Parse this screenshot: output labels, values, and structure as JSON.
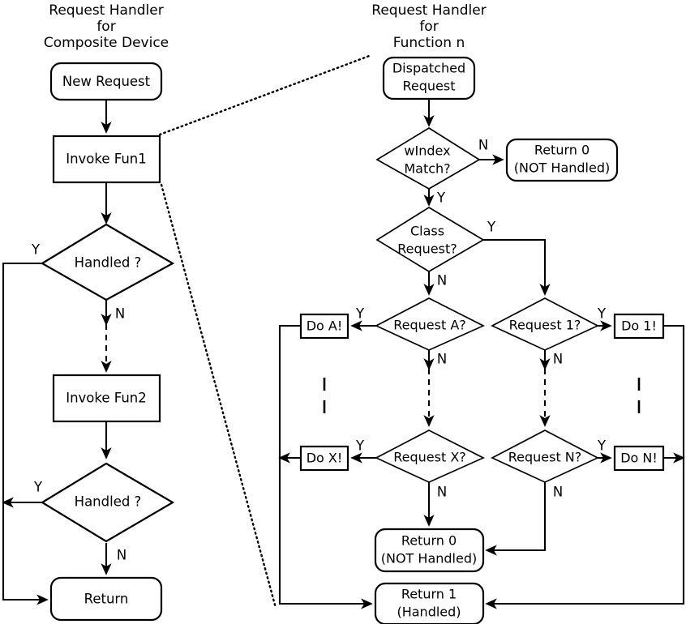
{
  "diagram": {
    "title_left_lines": [
      "Request Handler",
      "for",
      "Composite Device"
    ],
    "title_right_lines": [
      "Request Handler",
      "for",
      "Function n"
    ],
    "left_panel": {
      "nodes": {
        "new_request": "New Request",
        "invoke_fun1": "Invoke Fun1",
        "handled_1": "Handled ?",
        "invoke_fun2": "Invoke Fun2",
        "handled_2": "Handled ?",
        "return": "Return"
      },
      "branches": {
        "handled1_yes": "Y",
        "handled1_no": "N",
        "handled2_yes": "Y",
        "handled2_no": "N"
      }
    },
    "right_panel": {
      "nodes": {
        "dispatched_request_line1": "Dispatched",
        "dispatched_request_line2": "Request",
        "windex_match_line1": "wIndex",
        "windex_match_line2": "Match?",
        "return0_top_line1": "Return 0",
        "return0_top_line2": "(NOT Handled)",
        "class_request_line1": "Class",
        "class_request_line2": "Request?",
        "request_a": "Request A?",
        "request_1": "Request 1?",
        "request_x": "Request X?",
        "request_n": "Request N?",
        "do_a": "Do A!",
        "do_1": "Do 1!",
        "do_x": "Do X!",
        "do_n": "Do N!",
        "return0_bottom_line1": "Return 0",
        "return0_bottom_line2": "(NOT Handled)",
        "return1_line1": "Return 1",
        "return1_line2": "(Handled)"
      },
      "branches": {
        "windex_no": "N",
        "windex_yes": "Y",
        "class_yes": "Y",
        "class_no": "N",
        "request_a_yes": "Y",
        "request_a_no": "N",
        "request_1_yes": "Y",
        "request_1_no": "N",
        "request_x_yes": "Y",
        "request_x_no": "N",
        "request_n_yes": "Y",
        "request_n_no": "N"
      }
    },
    "colors": {
      "stroke": "#000000",
      "fill": "#ffffff",
      "background": "#ffffff"
    }
  }
}
